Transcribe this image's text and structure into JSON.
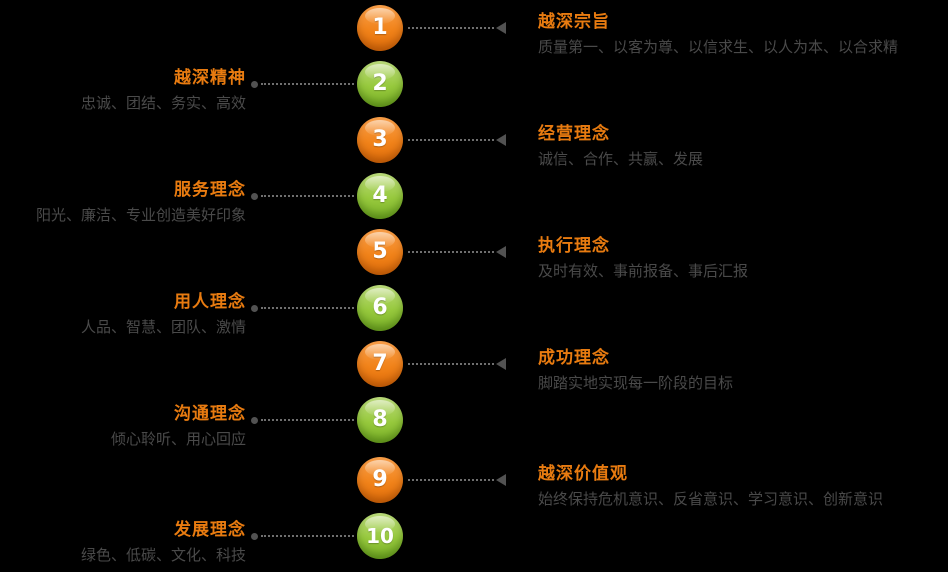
{
  "diagram": {
    "type": "numbered-list-diagram",
    "background": "#000000",
    "colors": {
      "orange_circle": "#F1831A",
      "green_circle": "#97C93D",
      "number_text": "#FFFFFF",
      "title_text": "#E87B10",
      "subtitle_text": "#4A4A4A",
      "connector": "#6F6F6F"
    }
  },
  "items": [
    {
      "number": "1",
      "side": "right",
      "color": "orange",
      "title": "越深宗旨",
      "subtitle": "质量第一、以客为尊、以信求生、以人为本、以合求精"
    },
    {
      "number": "2",
      "side": "left",
      "color": "green",
      "title": "越深精神",
      "subtitle": "忠诚、团结、务实、高效"
    },
    {
      "number": "3",
      "side": "right",
      "color": "orange",
      "title": "经营理念",
      "subtitle": "诚信、合作、共赢、发展"
    },
    {
      "number": "4",
      "side": "left",
      "color": "green",
      "title": "服务理念",
      "subtitle": "阳光、廉洁、专业创造美好印象"
    },
    {
      "number": "5",
      "side": "right",
      "color": "orange",
      "title": "执行理念",
      "subtitle": "及时有效、事前报备、事后汇报"
    },
    {
      "number": "6",
      "side": "left",
      "color": "green",
      "title": "用人理念",
      "subtitle": "人品、智慧、团队、激情"
    },
    {
      "number": "7",
      "side": "right",
      "color": "orange",
      "title": "成功理念",
      "subtitle": "脚踏实地实现每一阶段的目标"
    },
    {
      "number": "8",
      "side": "left",
      "color": "green",
      "title": "沟通理念",
      "subtitle": "倾心聆听、用心回应"
    },
    {
      "number": "9",
      "side": "right",
      "color": "orange",
      "title": "越深价值观",
      "subtitle": "始终保持危机意识、反省意识、学习意识、创新意识"
    },
    {
      "number": "10",
      "side": "left",
      "color": "green",
      "title": "发展理念",
      "subtitle": "绿色、低碳、文化、科技"
    }
  ]
}
